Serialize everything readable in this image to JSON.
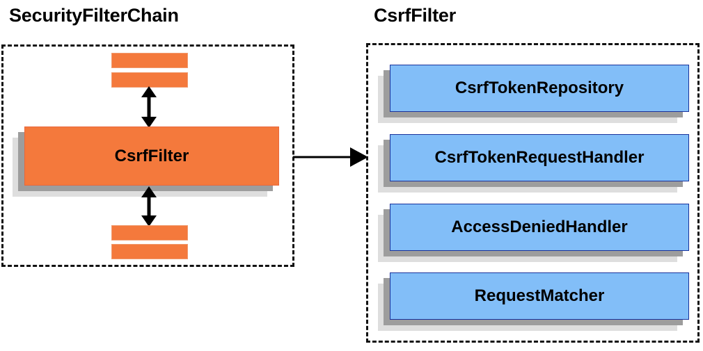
{
  "diagram": {
    "type": "architecture-block-diagram",
    "background_color": "#FFFFFF",
    "palette": {
      "orange_fill": "#F4793C",
      "orange_border": "#E8673B",
      "blue_fill": "#82BEF8",
      "blue_border": "#19329B",
      "shadow_mid": "#9D9D9D",
      "shadow_back": "#DEDEDE",
      "outline": "#111111",
      "text": "#000000"
    }
  },
  "left_panel": {
    "title": "SecurityFilterChain",
    "focus_component": "CsrfFilter",
    "mini_bars_above_count": 2,
    "mini_bars_below_count": 2,
    "arrow_above": "double-headed-vertical",
    "arrow_below": "double-headed-vertical"
  },
  "right_panel": {
    "title": "CsrfFilter",
    "components": [
      {
        "label": "CsrfTokenRepository"
      },
      {
        "label": "CsrfTokenRequestHandler"
      },
      {
        "label": "AccessDeniedHandler"
      },
      {
        "label": "RequestMatcher"
      }
    ]
  },
  "connector": {
    "kind": "single-headed-horizontal-arrow",
    "from": "SecurityFilterChain panel",
    "to": "CsrfFilter panel"
  }
}
